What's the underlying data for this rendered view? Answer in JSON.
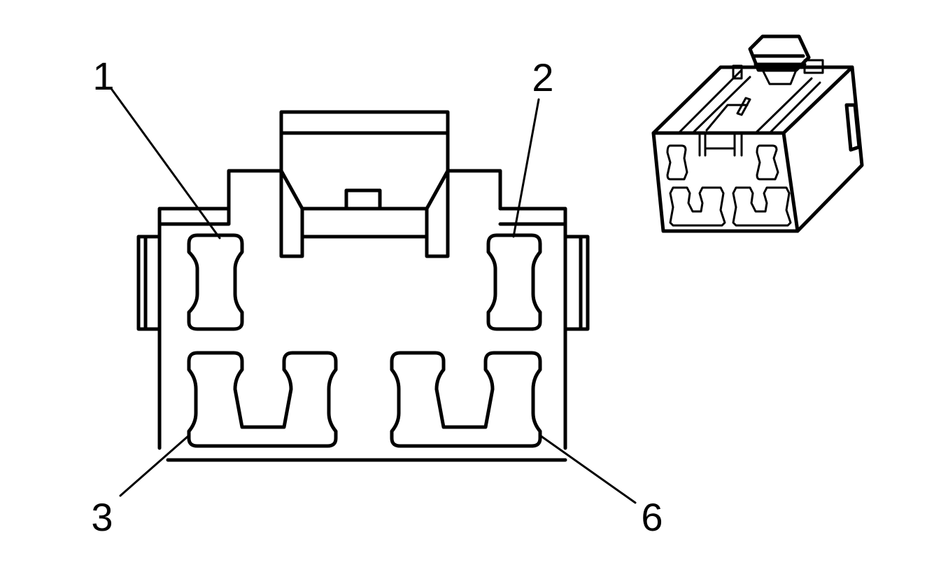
{
  "callouts": {
    "c1": "1",
    "c2": "2",
    "c3": "3",
    "c6": "6"
  },
  "colors": {
    "line": "#000000",
    "background": "#ffffff"
  }
}
